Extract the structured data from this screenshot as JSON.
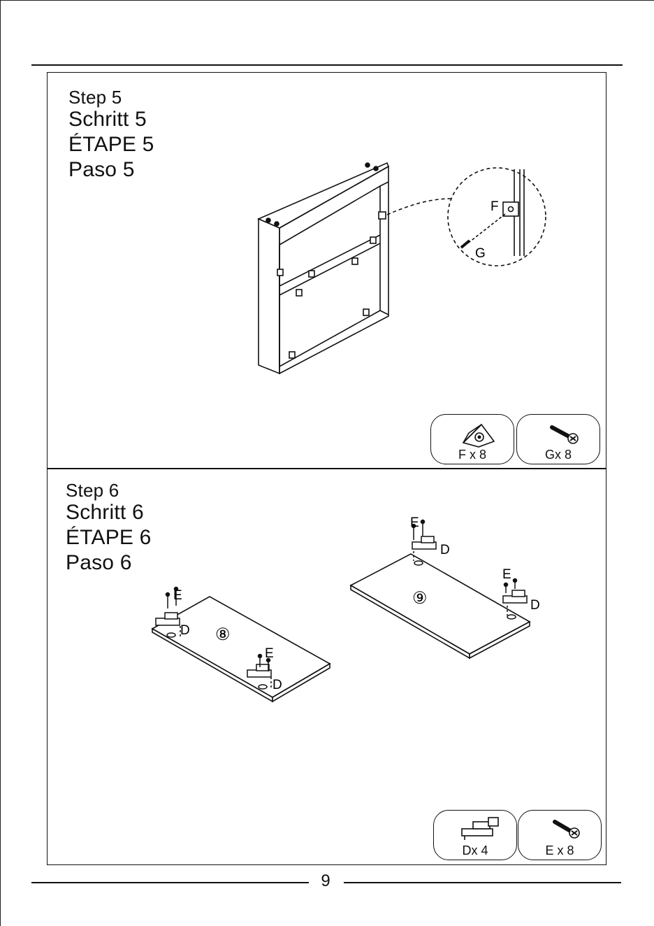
{
  "step5": {
    "step": "Step 5",
    "schritt": "Schritt 5",
    "etape": "ÉTAPE 5",
    "paso": "Paso 5",
    "callout_f": "F",
    "callout_g": "G",
    "part_f": "F x 8",
    "part_g": "Gx 8"
  },
  "step6": {
    "step": "Step 6",
    "schritt": "Schritt 6",
    "etape": "ÉTAPE 6",
    "paso": "Paso 6",
    "label_e": "E",
    "label_d": "D",
    "panel_8": "⑧",
    "panel_9": "⑨",
    "part_d": "Dx 4",
    "part_e": "E x 8"
  },
  "page_number": "9"
}
